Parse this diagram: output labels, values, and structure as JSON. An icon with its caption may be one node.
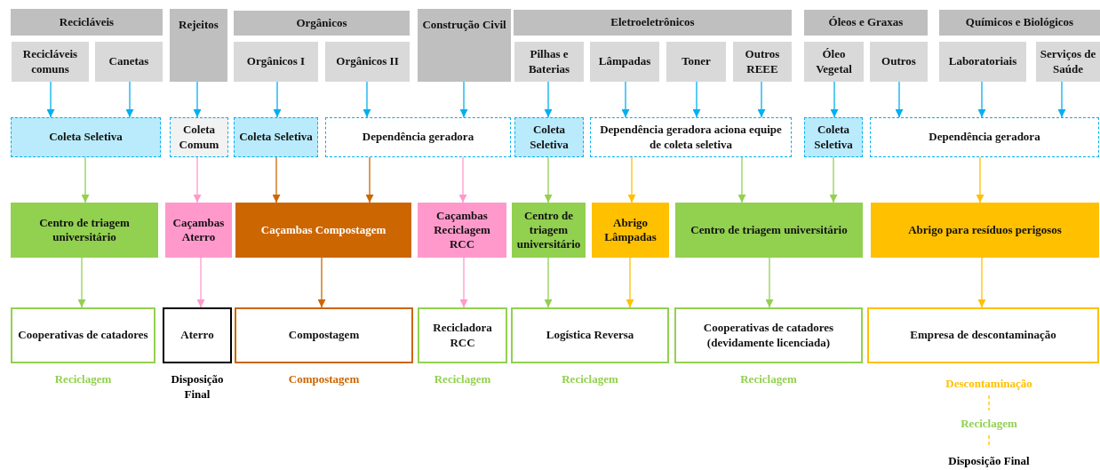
{
  "diagram": {
    "nodes": [
      {
        "text": [
          "Recicláveis"
        ]
      },
      {
        "text": [
          "Rejeitos"
        ]
      },
      {
        "text": [
          "Orgânicos"
        ]
      },
      {
        "text": [
          "Construção Civil"
        ]
      },
      {
        "text": [
          "Eletroeletrônicos"
        ]
      },
      {
        "text": [
          "Óleos e Graxas"
        ]
      },
      {
        "text": [
          "Químicos e Biológicos"
        ]
      },
      {
        "text": [
          "Recicláveis comuns"
        ]
      },
      {
        "text": [
          "Canetas"
        ]
      },
      {
        "text": [
          "Orgânicos I"
        ]
      },
      {
        "text": [
          "Orgânicos II"
        ]
      },
      {
        "text": [
          "Pilhas e Baterias"
        ]
      },
      {
        "text": [
          "Lâmpadas"
        ]
      },
      {
        "text": [
          "Toner"
        ]
      },
      {
        "text": [
          "Outros REEE"
        ]
      },
      {
        "text": [
          "Óleo Vegetal"
        ]
      },
      {
        "text": [
          "Outros"
        ]
      },
      {
        "text": [
          "Laboratoriais"
        ]
      },
      {
        "text": [
          "Serviços de Saúde"
        ]
      },
      {
        "text": [
          "Coleta Seletiva"
        ]
      },
      {
        "text": [
          "Coleta Comum"
        ]
      },
      {
        "text": [
          "Coleta Seletiva"
        ]
      },
      {
        "text": [
          "Dependência geradora"
        ]
      },
      {
        "text": [
          "Coleta Seletiva"
        ]
      },
      {
        "text": [
          "Dependência geradora aciona equipe de coleta seletiva"
        ]
      },
      {
        "text": [
          "Coleta Seletiva"
        ]
      },
      {
        "text": [
          "Dependência geradora"
        ]
      },
      {
        "text": [
          "Centro de triagem universitário"
        ]
      },
      {
        "text": [
          "Caçambas Aterro"
        ]
      },
      {
        "text": [
          "Caçambas Compostagem"
        ]
      },
      {
        "text": [
          "Caçambas Reciclagem RCC"
        ]
      },
      {
        "text": [
          "Centro de triagem universitário"
        ]
      },
      {
        "text": [
          "Abrigo Lâmpadas"
        ]
      },
      {
        "text": [
          "Centro de triagem universitário"
        ]
      },
      {
        "text": [
          "Abrigo para resíduos perigosos"
        ]
      },
      {
        "text": [
          "Cooperativas de catadores"
        ],
        "beside": [
          "Reciclagem"
        ]
      },
      {
        "text": [
          "Aterro"
        ],
        "beside": [
          "Disposição Final"
        ]
      },
      {
        "text": [
          "Compostagem"
        ],
        "beside": [
          "Compostagem"
        ]
      },
      {
        "text": [
          "Recicladora RCC"
        ],
        "beside": [
          "Reciclagem"
        ]
      },
      {
        "text": [
          "Logística Reversa"
        ],
        "beside": [
          "Reciclagem"
        ]
      },
      {
        "text": [
          "Cooperativas de catadores (devidamente licenciada)"
        ],
        "beside": [
          "Reciclagem"
        ]
      },
      {
        "text": [
          "Empresa de descontaminação"
        ]
      },
      {
        "text": [
          "Descontaminação"
        ]
      },
      {
        "text": [
          "Reciclagem"
        ]
      },
      {
        "text": [
          "Disposição Final"
        ]
      }
    ],
    "edges": [
      {
        "from": 7,
        "to": 19,
        "arrow": "to"
      },
      {
        "from": 8,
        "to": 19,
        "arrow": "to"
      },
      {
        "from": 1,
        "to": 20,
        "arrow": "to"
      },
      {
        "from": 9,
        "to": 21,
        "arrow": "to"
      },
      {
        "from": 10,
        "to": 22,
        "arrow": "to"
      },
      {
        "from": 3,
        "to": 22,
        "arrow": "to"
      },
      {
        "from": 11,
        "to": 23,
        "arrow": "to"
      },
      {
        "from": 12,
        "to": 24,
        "arrow": "to"
      },
      {
        "from": 13,
        "to": 24,
        "arrow": "to"
      },
      {
        "from": 14,
        "to": 24,
        "arrow": "to"
      },
      {
        "from": 15,
        "to": 25,
        "arrow": "to"
      },
      {
        "from": 16,
        "to": 26,
        "arrow": "to"
      },
      {
        "from": 17,
        "to": 26,
        "arrow": "to"
      },
      {
        "from": 18,
        "to": 26,
        "arrow": "to"
      },
      {
        "from": 19,
        "to": 27,
        "arrow": "to",
        "color": "#92d050"
      },
      {
        "from": 20,
        "to": 28,
        "arrow": "to",
        "color": "#ff99cc"
      },
      {
        "from": 21,
        "to": 29,
        "arrow": "to",
        "color": "#cc6600"
      },
      {
        "from": 22,
        "to": 29,
        "arrow": "to",
        "color": "#cc6600"
      },
      {
        "from": 22,
        "to": 30,
        "arrow": "to",
        "color": "#ff99cc"
      },
      {
        "from": 23,
        "to": 31,
        "arrow": "to",
        "color": "#92d050"
      },
      {
        "from": 24,
        "to": 32,
        "arrow": "to",
        "color": "#ffc000"
      },
      {
        "from": 24,
        "to": 33,
        "arrow": "to",
        "color": "#92d050"
      },
      {
        "from": 25,
        "to": 33,
        "arrow": "to",
        "color": "#92d050"
      },
      {
        "from": 26,
        "to": 34,
        "arrow": "to",
        "color": "#ffc000"
      },
      {
        "from": 27,
        "to": 35,
        "arrow": "to",
        "color": "#92d050"
      },
      {
        "from": 28,
        "to": 36,
        "arrow": "to",
        "color": "#ff99cc"
      },
      {
        "from": 29,
        "to": 37,
        "arrow": "to",
        "color": "#cc6600"
      },
      {
        "from": 30,
        "to": 38,
        "arrow": "to",
        "color": "#ff99cc"
      },
      {
        "from": 31,
        "to": 39,
        "arrow": "to",
        "color": "#92d050"
      },
      {
        "from": 32,
        "to": 39,
        "arrow": "to",
        "color": "#ffc000"
      },
      {
        "from": 33,
        "to": 40,
        "arrow": "to",
        "color": "#92d050"
      },
      {
        "from": 34,
        "to": 41,
        "arrow": "to",
        "color": "#ffc000"
      },
      {
        "from": 42,
        "to": 43,
        "arrow": "none",
        "style": "dashed",
        "color": "#ffc000"
      },
      {
        "from": 43,
        "to": 44,
        "arrow": "none",
        "style": "dashed",
        "color": "#ffc000"
      }
    ]
  }
}
